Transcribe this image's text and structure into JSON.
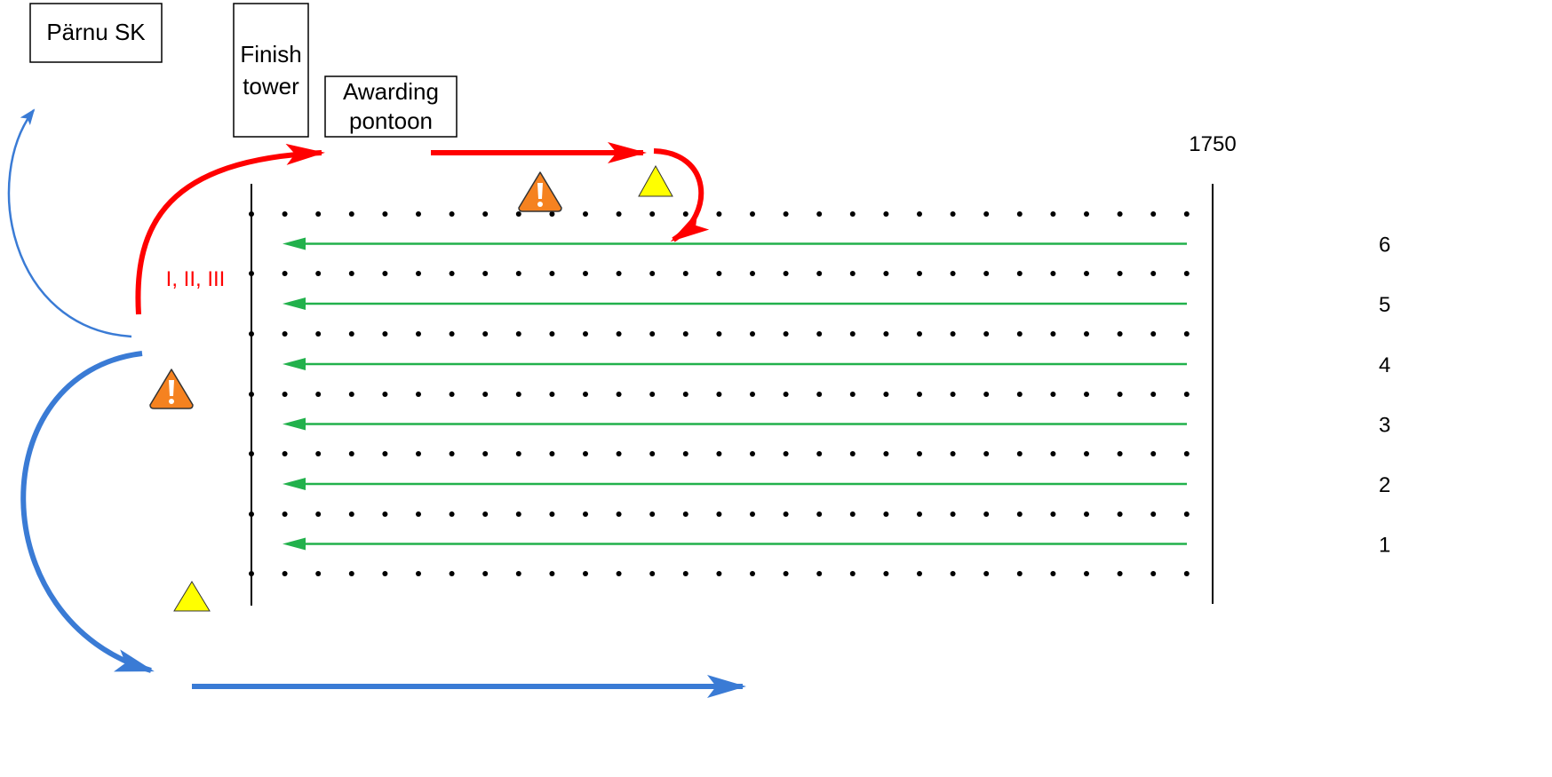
{
  "labels": {
    "club": "Pärnu SK",
    "finish_tower_line1": "Finish",
    "finish_tower_line2": "tower",
    "awarding_line1": "Awarding",
    "awarding_line2": "pontoon",
    "distance": "1750",
    "medal_route": "I, II, III"
  },
  "lanes": [
    "6",
    "5",
    "4",
    "3",
    "2",
    "1"
  ],
  "colors": {
    "lane_arrow": "#22b14c",
    "medal_route": "#ff0000",
    "return_route": "#3a7bd5",
    "warning": "#f58220",
    "marker": "#ffff00",
    "buoy": "#000000"
  },
  "icons": {
    "warning": "warning-triangle-icon",
    "marker": "yellow-marker-triangle-icon"
  }
}
